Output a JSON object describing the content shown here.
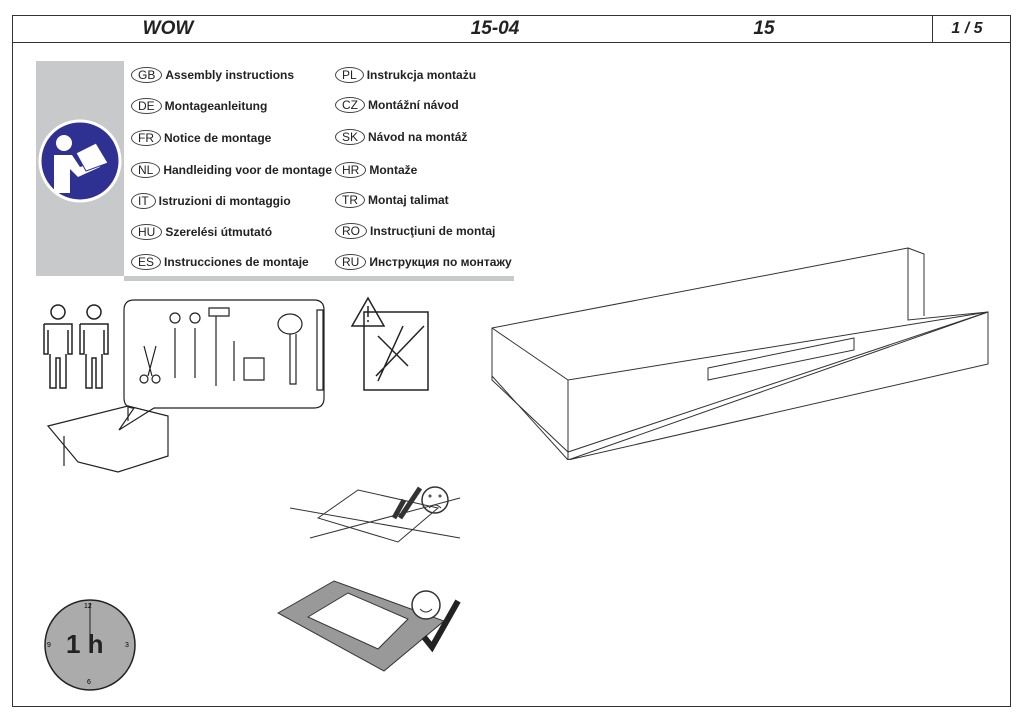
{
  "header": {
    "model": "WOW",
    "code": "15-04",
    "number": "15",
    "page": "1 / 5"
  },
  "languages": [
    {
      "code": "GB",
      "label": "Assembly instructions"
    },
    {
      "code": "DE",
      "label": "Montageanleitung"
    },
    {
      "code": "FR",
      "label": "Notice de montage"
    },
    {
      "code": "NL",
      "label": "Handleiding voor de montage"
    },
    {
      "code": "IT",
      "label": "Istruzioni di montaggio"
    },
    {
      "code": "HU",
      "label": "Szerelési útmutató"
    },
    {
      "code": "ES",
      "label": "Instrucciones de montaje"
    },
    {
      "code": "PL",
      "label": "Instrukcja montażu"
    },
    {
      "code": "CZ",
      "label": "Montážní návod"
    },
    {
      "code": "SK",
      "label": "Návod na montáž"
    },
    {
      "code": "HR",
      "label": "Montaže"
    },
    {
      "code": "TR",
      "label": "Montaj talimat"
    },
    {
      "code": "RO",
      "label": "Instrucţiuni de montaj"
    },
    {
      "code": "RU",
      "label": "Инструкция по монтажу"
    }
  ],
  "clock": {
    "duration": "1 h",
    "n12": "12",
    "n3": "3",
    "n6": "6",
    "n9": "9"
  },
  "colors": {
    "icon_blue": "#2e3192",
    "panel_grey": "#c8c9cb"
  }
}
